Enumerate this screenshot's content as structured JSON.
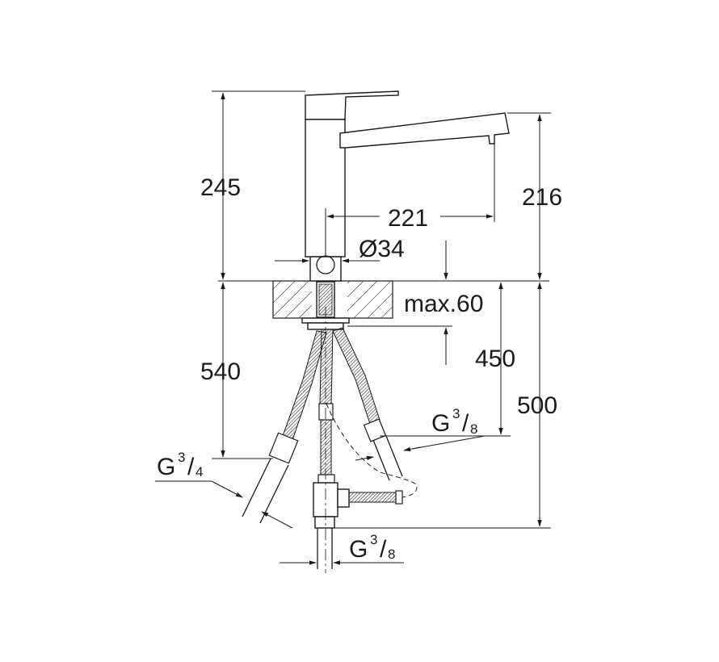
{
  "dimensions": {
    "tap_height": "245",
    "spout_height": "216",
    "spout_reach": "221",
    "base_diameter": "Ø34",
    "max_deck_thickness": "max.60",
    "hose_length_540": "540",
    "hose_length_450": "450",
    "hose_length_500": "500"
  },
  "connections": {
    "left": {
      "prefix": "G",
      "num": "3",
      "den": "4"
    },
    "right": {
      "prefix": "G",
      "num": "3",
      "den": "8"
    },
    "bottom": {
      "prefix": "G",
      "num": "3",
      "den": "8"
    }
  },
  "colors": {
    "line": "#1a1a1a",
    "background": "#ffffff"
  }
}
